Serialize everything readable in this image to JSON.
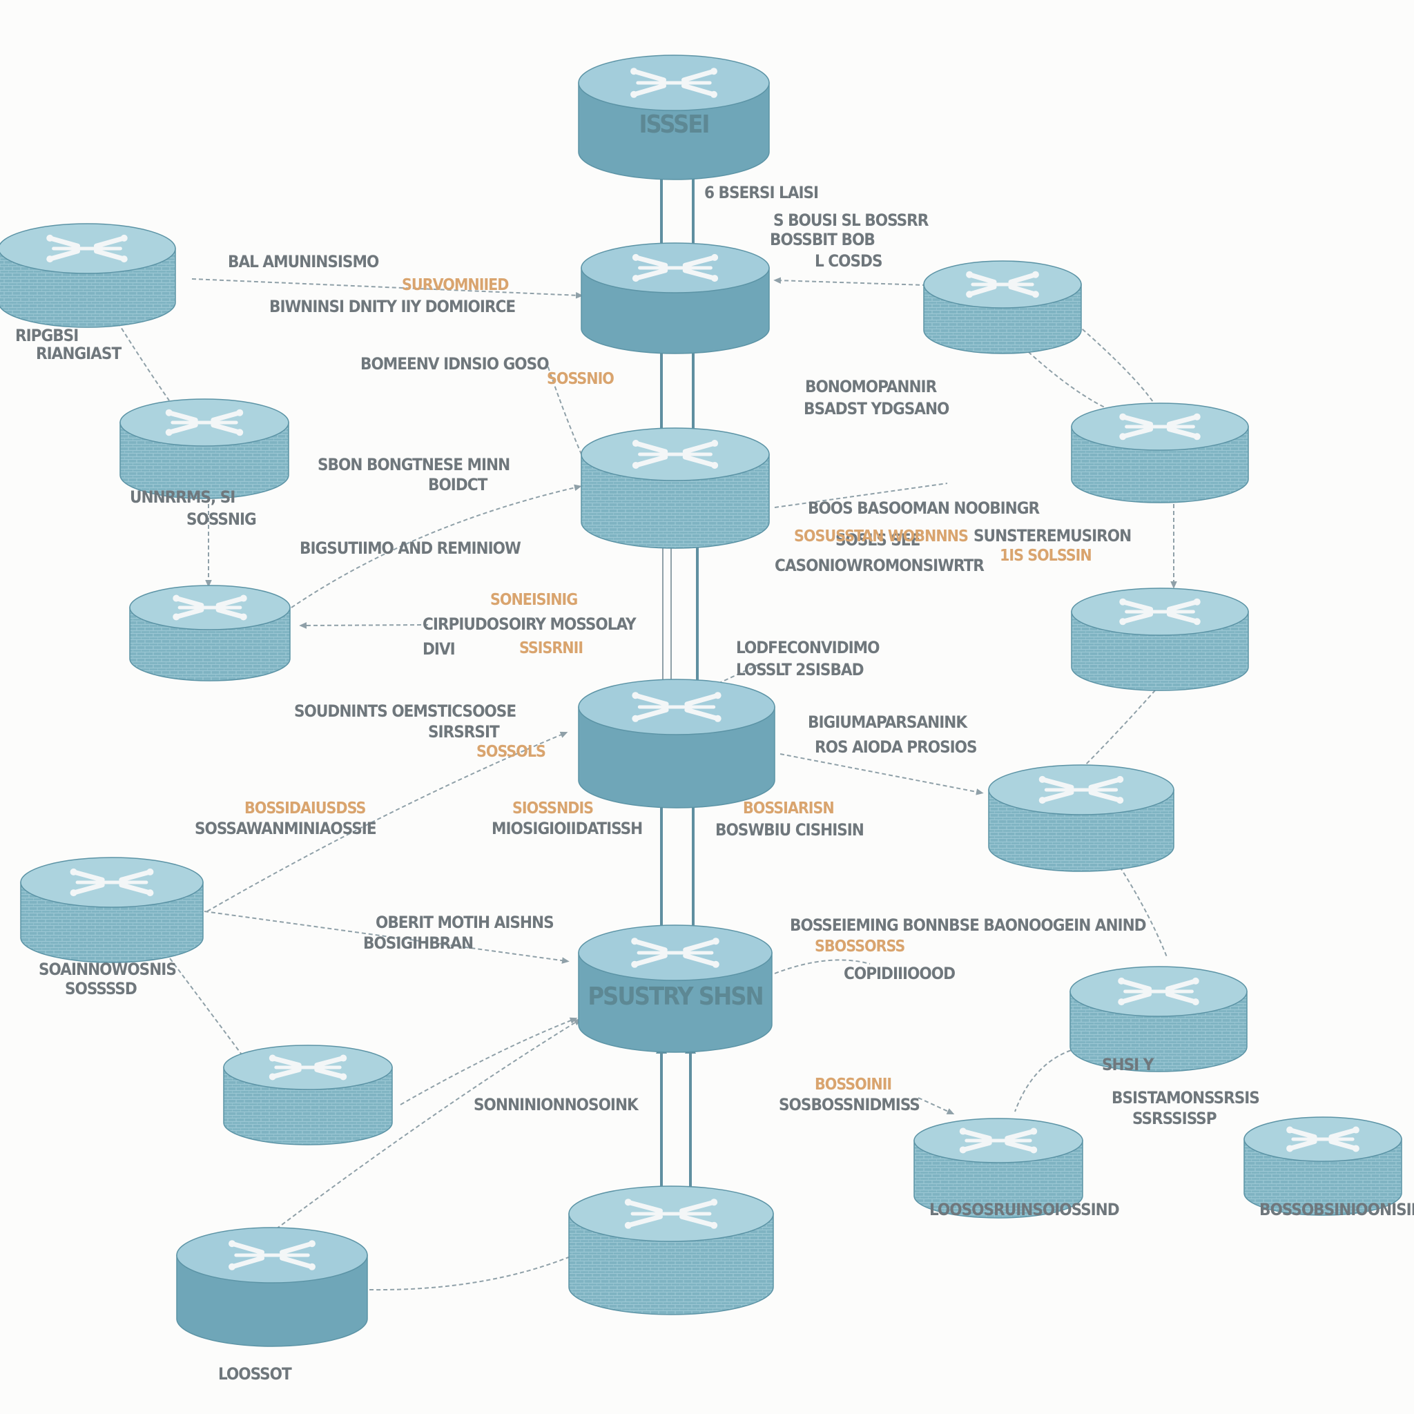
{
  "colors": {
    "router_body": "#6fa6b8",
    "router_top": "#a3cddb",
    "router_side_dark": "#5b93a5",
    "switch_body": "#7fb3c2",
    "switch_top": "#acd3de",
    "link_solid": "#5f8fa0",
    "link_dashed": "#8fa0a8",
    "label_gray": "#6f777c",
    "label_orange": "#d9a46e",
    "background": "#fcfcfb"
  },
  "diagram": {
    "nodes": [
      {
        "id": "core-top",
        "kind": "router",
        "label": "ISSSEI",
        "icon": "router-arrows-icon"
      },
      {
        "id": "core-2",
        "kind": "router",
        "label": "",
        "icon": "router-arrows-icon"
      },
      {
        "id": "core-3",
        "kind": "switch",
        "label": "",
        "icon": "switch-arrows-icon"
      },
      {
        "id": "core-4",
        "kind": "router",
        "label": "",
        "icon": "router-arrows-icon"
      },
      {
        "id": "core-5",
        "kind": "router",
        "label": "PSUSTRY SHSN",
        "icon": "router-arrows-icon"
      },
      {
        "id": "core-bottom",
        "kind": "switch",
        "label": "",
        "icon": "switch-arrows-icon"
      },
      {
        "id": "left-1",
        "kind": "switch",
        "label": "",
        "icon": "switch-arrows-icon"
      },
      {
        "id": "left-2",
        "kind": "switch",
        "label": "",
        "icon": "switch-arrows-icon"
      },
      {
        "id": "left-3",
        "kind": "switch",
        "label": "",
        "icon": "switch-arrows-icon"
      },
      {
        "id": "left-4",
        "kind": "switch",
        "label": "",
        "icon": "switch-arrows-icon"
      },
      {
        "id": "left-5",
        "kind": "switch",
        "label": "",
        "icon": "switch-arrows-icon"
      },
      {
        "id": "left-6",
        "kind": "router",
        "label": "",
        "icon": "router-arrows-icon"
      },
      {
        "id": "right-1",
        "kind": "switch",
        "label": "",
        "icon": "switch-arrows-icon"
      },
      {
        "id": "right-2",
        "kind": "switch",
        "label": "",
        "icon": "switch-arrows-icon"
      },
      {
        "id": "right-3",
        "kind": "switch",
        "label": "",
        "icon": "switch-arrows-icon"
      },
      {
        "id": "right-4",
        "kind": "switch",
        "label": "",
        "icon": "switch-arrows-icon"
      },
      {
        "id": "right-5",
        "kind": "switch",
        "label": "",
        "icon": "switch-arrows-icon"
      },
      {
        "id": "right-6",
        "kind": "switch",
        "label": "",
        "icon": "switch-arrows-icon"
      },
      {
        "id": "right-7",
        "kind": "switch",
        "label": "",
        "icon": "switch-arrows-icon"
      }
    ],
    "labels": [
      {
        "text": "6 BSERSI LAISI",
        "tone": "gray"
      },
      {
        "text": "S BOUSI SL BOSSRR",
        "tone": "gray"
      },
      {
        "text": "BOSSBIT BOB",
        "tone": "gray"
      },
      {
        "text": "L COSDS",
        "tone": "gray"
      },
      {
        "text": "BAL AMUNINSISMO",
        "tone": "gray"
      },
      {
        "text": "SURVOMNIIED",
        "tone": "orange"
      },
      {
        "text": "BIWNINSI DNITY IIY DOMIOIRCE",
        "tone": "gray"
      },
      {
        "text": "RIPGBSI",
        "tone": "gray"
      },
      {
        "text": "RIANGIAST",
        "tone": "gray"
      },
      {
        "text": "BOMEENV IDNSIO GOSO",
        "tone": "gray"
      },
      {
        "text": "SOSSNIO",
        "tone": "orange"
      },
      {
        "text": "BONOMOPANNIR",
        "tone": "gray"
      },
      {
        "text": "BSADST YDGSANO",
        "tone": "gray"
      },
      {
        "text": "SBON BONGTNESE MINN",
        "tone": "gray"
      },
      {
        "text": "BOIDCT",
        "tone": "gray"
      },
      {
        "text": "UNNRRMS, SI",
        "tone": "gray"
      },
      {
        "text": "SOSSNIG",
        "tone": "gray"
      },
      {
        "text": "BOOS BASOOMAN NOOBINGR",
        "tone": "gray"
      },
      {
        "text": "SOSLS SEE",
        "tone": "gray"
      },
      {
        "text": "SOSUSSTAN WOBNNNS",
        "tone": "orange"
      },
      {
        "text": "CASONIOWROMONSIWRTR",
        "tone": "gray"
      },
      {
        "text": "SUNSTEREMUSIRON",
        "tone": "gray"
      },
      {
        "text": "1IS SOLSSIN",
        "tone": "orange"
      },
      {
        "text": "BIGSUTIIMO AND REMINIOW",
        "tone": "gray"
      },
      {
        "text": "SONEISINIG",
        "tone": "orange"
      },
      {
        "text": "CIRPIUDOSOIRY MOSSOLAY",
        "tone": "gray"
      },
      {
        "text": "DIVI",
        "tone": "gray"
      },
      {
        "text": "SSISRNII",
        "tone": "orange"
      },
      {
        "text": "LODFECONVIDIMO",
        "tone": "gray"
      },
      {
        "text": "LOSSLT 2SISBAD",
        "tone": "gray"
      },
      {
        "text": "SOUDNINTS OEMSTICSOOSE",
        "tone": "gray"
      },
      {
        "text": "SIRSRSIT",
        "tone": "gray"
      },
      {
        "text": "SOSSOLS",
        "tone": "orange"
      },
      {
        "text": "BIGIUMAPARSANINK",
        "tone": "gray"
      },
      {
        "text": "ROS AIODA PROSIOS",
        "tone": "gray"
      },
      {
        "text": "BOSSIDAIUSDSS",
        "tone": "orange"
      },
      {
        "text": "SOSSAWANMINIAOSSIE",
        "tone": "gray"
      },
      {
        "text": "SIOSSNDIS",
        "tone": "orange"
      },
      {
        "text": "MIOSIGIOIIDATISSH",
        "tone": "gray"
      },
      {
        "text": "BOSSIARISN",
        "tone": "orange"
      },
      {
        "text": "BOSWBIU CISHISIN",
        "tone": "gray"
      },
      {
        "text": "OBERIT MOTIH AISHNS",
        "tone": "gray"
      },
      {
        "text": "BOSIGIHBRAN",
        "tone": "gray"
      },
      {
        "text": "BOSSEIEMING BONNBSE BAONOOGEIN ANIND",
        "tone": "gray"
      },
      {
        "text": "SBOSSORSS",
        "tone": "orange"
      },
      {
        "text": "COPIDIIIOOOD",
        "tone": "gray"
      },
      {
        "text": "SOAINNOWOSNIS",
        "tone": "gray"
      },
      {
        "text": "SOSSSSD",
        "tone": "gray"
      },
      {
        "text": "SONNINIONNOSOINK",
        "tone": "gray"
      },
      {
        "text": "BOSSOINII",
        "tone": "orange"
      },
      {
        "text": "SOSBOSSNIDMISS",
        "tone": "gray"
      },
      {
        "text": "SHSI Y",
        "tone": "gray"
      },
      {
        "text": "BSISTAMONSSRSIS",
        "tone": "gray"
      },
      {
        "text": "SSRSSISSP",
        "tone": "gray"
      },
      {
        "text": "LOOSOSRUINSOIOSSIND",
        "tone": "gray"
      },
      {
        "text": "BOSSOBSINIOONISIN",
        "tone": "gray"
      },
      {
        "text": "LOOSSOT",
        "tone": "gray"
      }
    ]
  }
}
